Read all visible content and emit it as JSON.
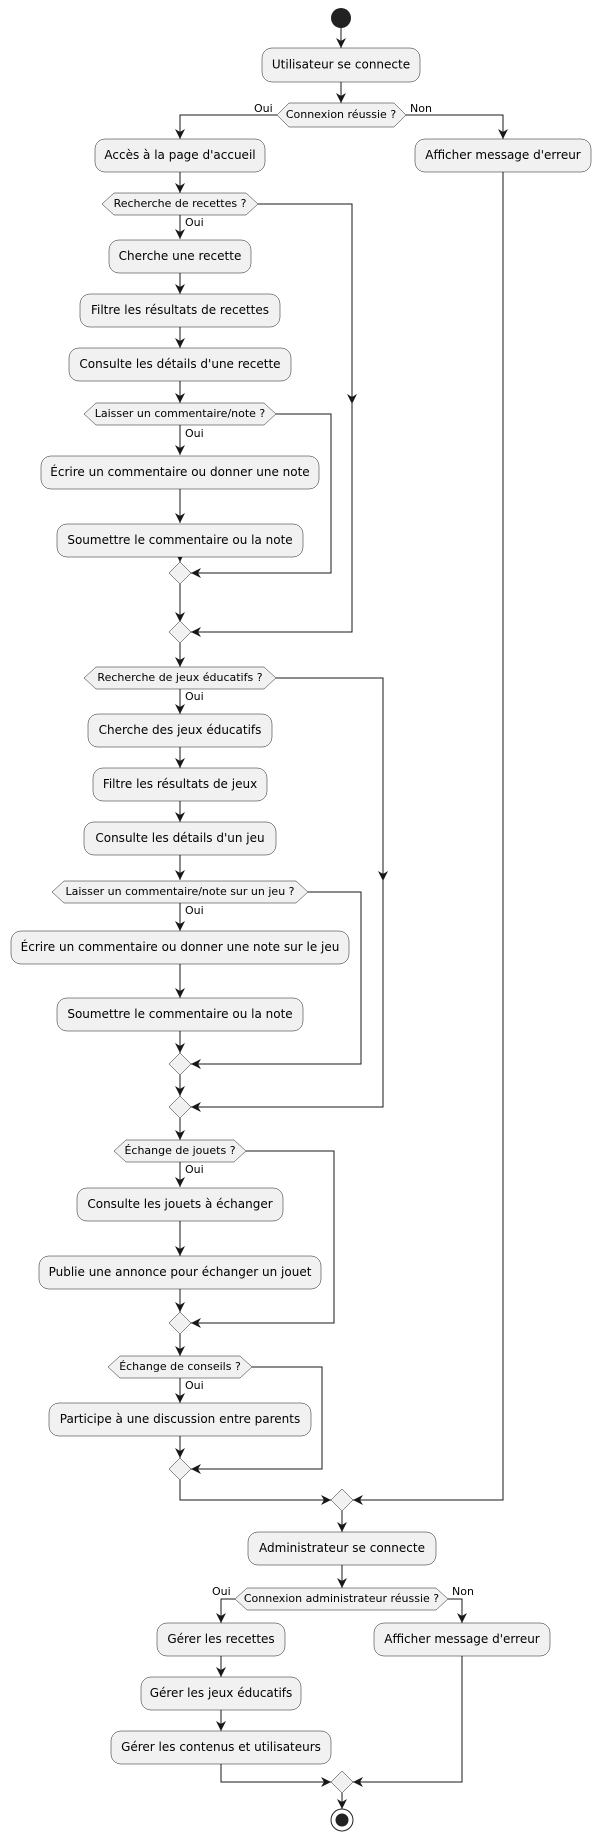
{
  "colors": {
    "node_fill": "#f1f1f1",
    "node_stroke": "#181818",
    "start_end": "#222222"
  },
  "yes_label": "Oui",
  "no_label": "Non",
  "login": {
    "user_connects": "Utilisateur se connecte",
    "decision": "Connexion réussie ?",
    "error": "Afficher message d'erreur",
    "home": "Accès à la page d'accueil"
  },
  "recipes": {
    "decision": "Recherche de recettes ?",
    "search": "Cherche une recette",
    "filter": "Filtre les résultats de recettes",
    "details": "Consulte les détails d'une recette",
    "comment_decision": "Laisser un commentaire/note ?",
    "write": "Écrire un commentaire ou donner une note",
    "submit": "Soumettre le commentaire ou la note"
  },
  "games": {
    "decision": "Recherche de jeux éducatifs ?",
    "search": "Cherche des jeux éducatifs",
    "filter": "Filtre les résultats de jeux",
    "details": "Consulte les détails d'un jeu",
    "comment_decision": "Laisser un commentaire/note sur un jeu ?",
    "write": "Écrire un commentaire ou donner une note sur le jeu",
    "submit": "Soumettre le commentaire ou la note"
  },
  "toys": {
    "decision": "Échange de jouets ?",
    "browse": "Consulte les jouets à échanger",
    "publish": "Publie une annonce pour échanger un jouet"
  },
  "advice": {
    "decision": "Échange de conseils ?",
    "discuss": "Participe à une discussion entre parents"
  },
  "admin": {
    "connects": "Administrateur se connecte",
    "decision": "Connexion administrateur réussie ?",
    "error": "Afficher message d'erreur",
    "manage_recipes": "Gérer les recettes",
    "manage_games": "Gérer les jeux éducatifs",
    "manage_content": "Gérer les contenus et utilisateurs"
  }
}
